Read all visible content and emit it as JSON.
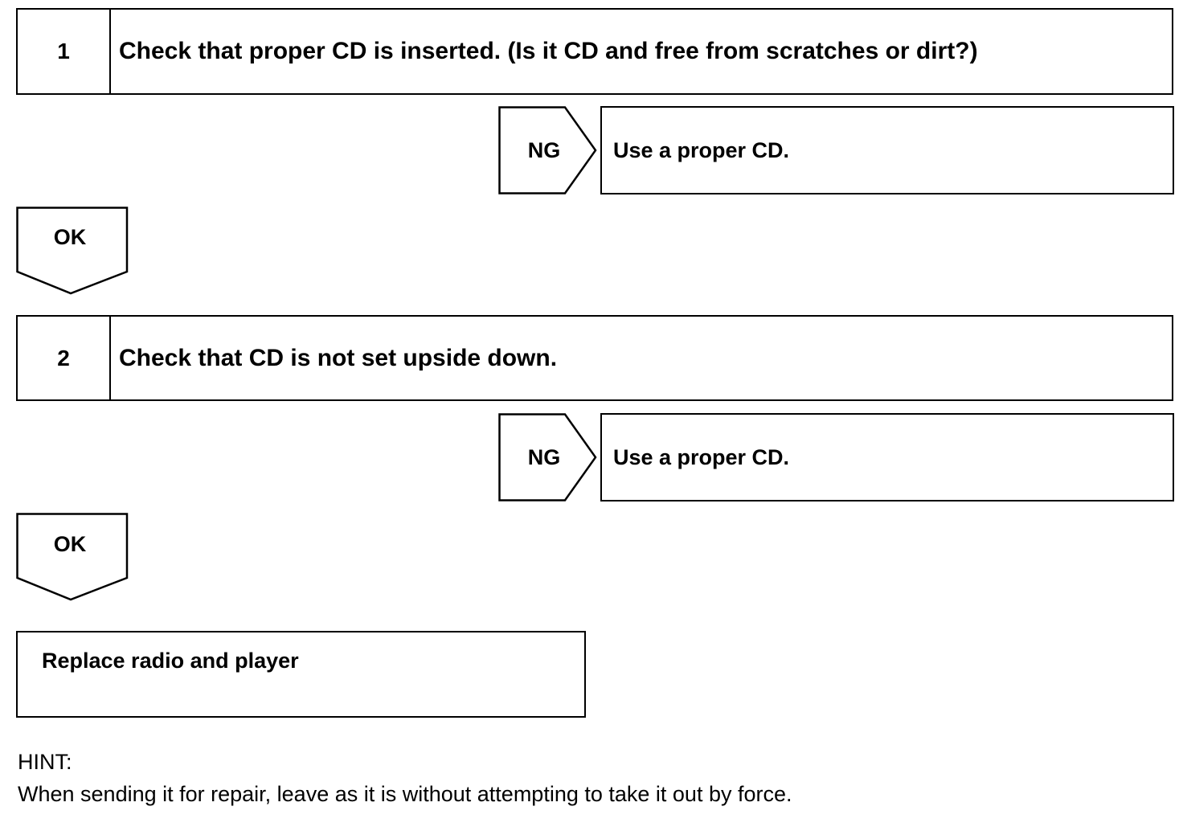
{
  "steps": [
    {
      "number": "1",
      "text": "Check that proper CD is inserted. (Is it CD and free from scratches or dirt?)",
      "ng_label": "NG",
      "ng_action": "Use a proper CD.",
      "ok_label": "OK"
    },
    {
      "number": "2",
      "text": "Check that CD is not set upside down.",
      "ng_label": "NG",
      "ng_action": "Use a proper CD.",
      "ok_label": "OK"
    }
  ],
  "final_action": "Replace radio and player",
  "hint": {
    "title": "HINT:",
    "text": "When sending it for repair, leave as it is without attempting to take it out by force."
  }
}
